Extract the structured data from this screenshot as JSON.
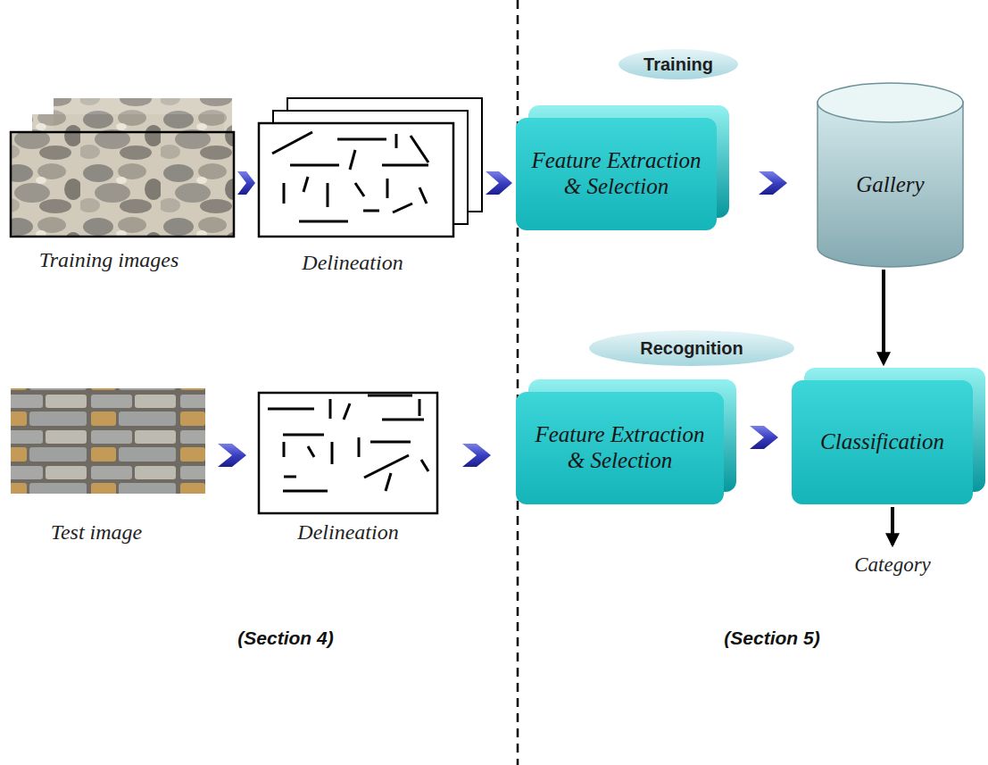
{
  "diagram": {
    "nodes": [
      {
        "text": [
          "Training images"
        ]
      },
      {
        "text": [
          "Delineation"
        ]
      },
      {
        "text": [
          "Training"
        ]
      },
      {
        "text": [
          "Feature Extraction & Selection"
        ]
      },
      {
        "text": [
          "Gallery"
        ]
      },
      {
        "text": [
          "Recognition"
        ]
      },
      {
        "text": [
          "Test image"
        ]
      },
      {
        "text": [
          "Delineation"
        ]
      },
      {
        "text": [
          "Feature Extraction & Selection"
        ]
      },
      {
        "text": [
          "Classification"
        ]
      }
    ],
    "edges": [
      {
        "from": 0,
        "to": 1,
        "arrow": "to"
      },
      {
        "from": 1,
        "to": 3,
        "arrow": "to"
      },
      {
        "from": 3,
        "to": 4,
        "arrow": "to"
      },
      {
        "from": 4,
        "to": 9,
        "arrow": "to"
      },
      {
        "from": 6,
        "to": 7,
        "arrow": "to"
      },
      {
        "from": 7,
        "to": 8,
        "arrow": "to"
      },
      {
        "from": 8,
        "to": 9,
        "arrow": "to"
      }
    ],
    "labels": [
      "Category",
      "(Section 4)",
      "(Section 5)"
    ]
  }
}
